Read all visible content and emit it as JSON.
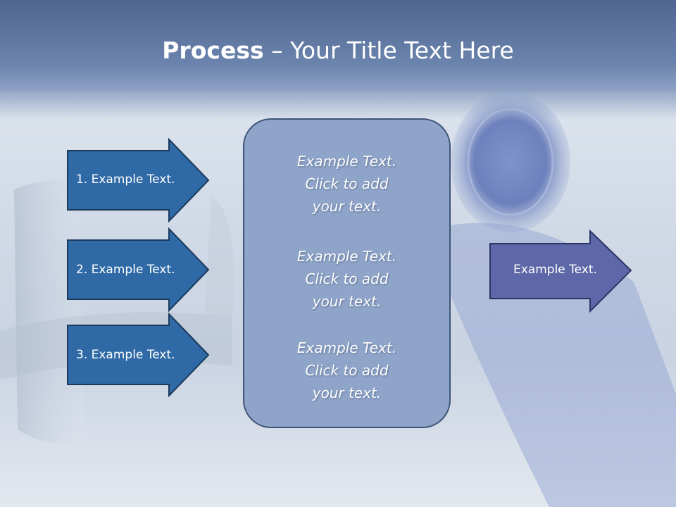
{
  "slide": {
    "title_bold": "Process",
    "title_rest": " – Your Title Text Here"
  },
  "left_arrows": [
    {
      "label": "1. Example Text."
    },
    {
      "label": "2. Example Text."
    },
    {
      "label": "3. Example Text."
    }
  ],
  "center_box": {
    "blocks": [
      {
        "line1": "Example Text.",
        "line2": "Click  to add",
        "line3": "your text."
      },
      {
        "line1": "Example Text.",
        "line2": "Click  to add",
        "line3": "your text."
      },
      {
        "line1": "Example Text.",
        "line2": "Click  to add",
        "line3": "your text."
      }
    ]
  },
  "right_arrow": {
    "label": "Example Text."
  },
  "colors": {
    "left_arrow_fill": "#2f6aa6",
    "left_arrow_stroke": "#1c3a5c",
    "right_arrow_fill": "#5e67a8",
    "right_arrow_stroke": "#2d3466",
    "center_box_fill": "#8ea4c9",
    "header": "#5a729c"
  }
}
